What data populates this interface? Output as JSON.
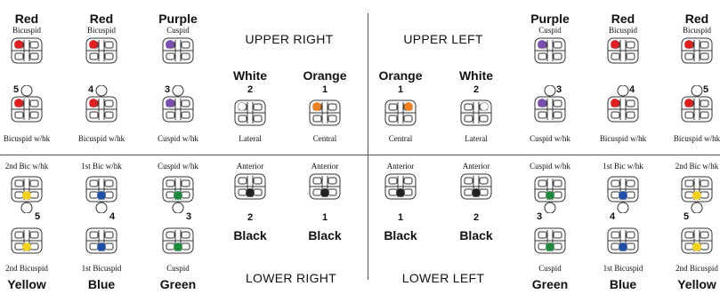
{
  "colors": {
    "Red": "#e02020",
    "Purple": "#7a4fb0",
    "Orange": "#f08020",
    "White": "#ffffff",
    "Yellow": "#f2d21a",
    "Blue": "#1f4fa8",
    "Green": "#1e8a3c",
    "Black": "#222222"
  },
  "quadrants": {
    "upper_right": "UPPER RIGHT",
    "upper_left": "UPPER LEFT",
    "lower_right": "LOWER RIGHT",
    "lower_left": "LOWER LEFT"
  },
  "upper_right": [
    {
      "color": "Red",
      "top_type": "Bicuspid",
      "number": "5",
      "bottom_type": "Bicuspid w/hk"
    },
    {
      "color": "Red",
      "top_type": "Bicuspid",
      "number": "4",
      "bottom_type": "Bicuspid w/hk"
    },
    {
      "color": "Purple",
      "top_type": "Cuspid",
      "number": "3",
      "bottom_type": "Cuspid w/hk"
    },
    {
      "color": "White",
      "number": "2",
      "bottom_type": "Lateral"
    },
    {
      "color": "Orange",
      "number": "1",
      "bottom_type": "Central"
    }
  ],
  "upper_left": [
    {
      "color": "Orange",
      "number": "1",
      "bottom_type": "Central"
    },
    {
      "color": "White",
      "number": "2",
      "bottom_type": "Lateral"
    },
    {
      "color": "Purple",
      "top_type": "Cuspid",
      "number": "3",
      "bottom_type": "Cuspid w/hk"
    },
    {
      "color": "Red",
      "top_type": "Bicuspid",
      "number": "4",
      "bottom_type": "Bicuspid w/hk"
    },
    {
      "color": "Red",
      "top_type": "Bicuspid",
      "number": "5",
      "bottom_type": "Bicuspid w/hk"
    }
  ],
  "lower_right": [
    {
      "color": "Yellow",
      "top_type": "2nd Bic w/hk",
      "number": "5",
      "bottom_type": "2nd Bicuspid"
    },
    {
      "color": "Blue",
      "top_type": "1st Bic w/hk",
      "number": "4",
      "bottom_type": "1st Bicuspid"
    },
    {
      "color": "Green",
      "top_type": "Cuspid w/hk",
      "number": "3",
      "bottom_type": "Cuspid"
    },
    {
      "color": "Black",
      "top_type": "Anterior",
      "number": "2"
    },
    {
      "color": "Black",
      "top_type": "Anterior",
      "number": "1"
    }
  ],
  "lower_left": [
    {
      "color": "Black",
      "top_type": "Anterior",
      "number": "1"
    },
    {
      "color": "Black",
      "top_type": "Anterior",
      "number": "2"
    },
    {
      "color": "Green",
      "top_type": "Cuspid w/hk",
      "number": "3",
      "bottom_type": "Cuspid"
    },
    {
      "color": "Blue",
      "top_type": "1st Bic w/hk",
      "number": "4",
      "bottom_type": "1st Bicuspid"
    },
    {
      "color": "Yellow",
      "top_type": "2nd Bic w/hk",
      "number": "5",
      "bottom_type": "2nd Bicuspid"
    }
  ]
}
